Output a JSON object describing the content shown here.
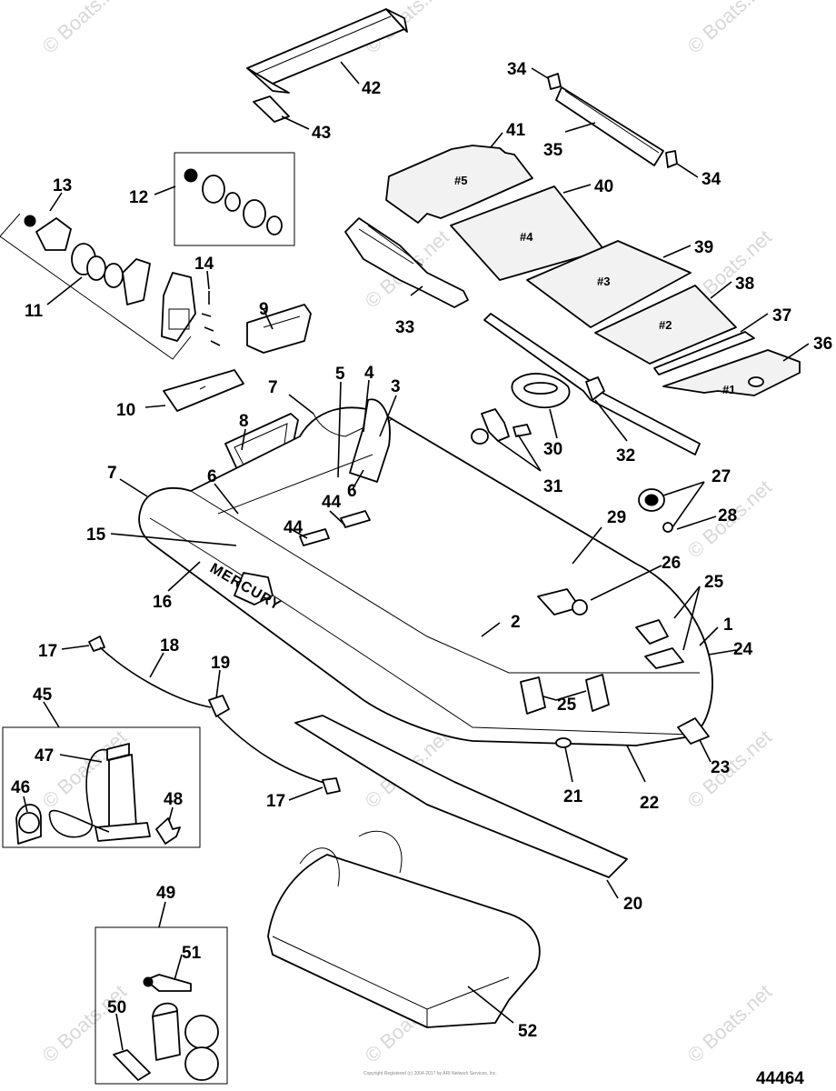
{
  "figure_number": "44464",
  "brand_text": "MERCURY",
  "watermark_text": "© Boats.net",
  "copyright_text": "Copyright\nRegistered (c) 2004-2017 by ARI Network Services, Inc.",
  "seat_labels": [
    "#5",
    "#4",
    "#3",
    "#2",
    "#1"
  ],
  "callouts": [
    "42",
    "43",
    "34",
    "35",
    "34",
    "41",
    "40",
    "39",
    "38",
    "37",
    "36",
    "13",
    "12",
    "14",
    "11",
    "9",
    "33",
    "32",
    "30",
    "31",
    "10",
    "7",
    "5",
    "4",
    "3",
    "8",
    "6",
    "6",
    "44",
    "44",
    "7",
    "15",
    "16",
    "29",
    "27",
    "28",
    "26",
    "25",
    "25",
    "1",
    "24",
    "2",
    "17",
    "18",
    "19",
    "45",
    "47",
    "46",
    "48",
    "17",
    "21",
    "22",
    "23",
    "20",
    "49",
    "51",
    "50",
    "52"
  ]
}
